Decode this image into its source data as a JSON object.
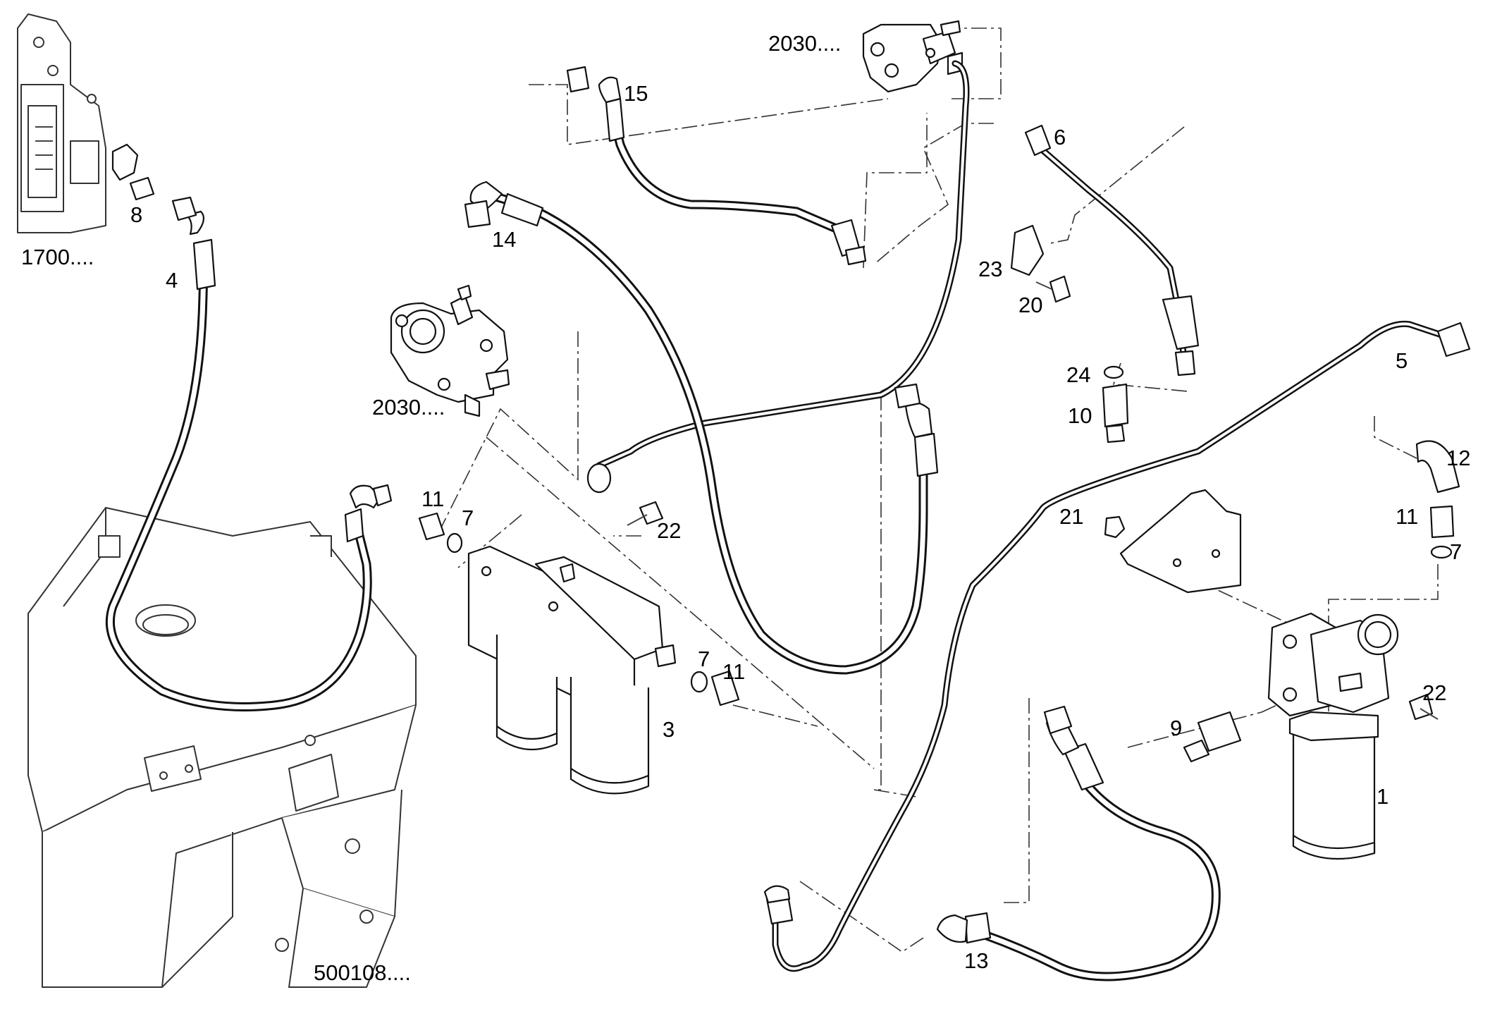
{
  "labels": {
    "ref_1700": "1700....",
    "ref_2030_top": "2030....",
    "ref_2030_mid": "2030....",
    "ref_500108": "500108....",
    "p1": "1",
    "p3": "3",
    "p4": "4",
    "p5": "5",
    "p6": "6",
    "p7_left": "7",
    "p7_mid": "7",
    "p7_right": "7",
    "p8": "8",
    "p9": "9",
    "p10": "10",
    "p11_left": "11",
    "p11_mid": "11",
    "p11_right": "11",
    "p12": "12",
    "p13": "13",
    "p14": "14",
    "p15": "15",
    "p20": "20",
    "p21": "21",
    "p22_mid": "22",
    "p22_right": "22",
    "p23": "23",
    "p24": "24"
  }
}
